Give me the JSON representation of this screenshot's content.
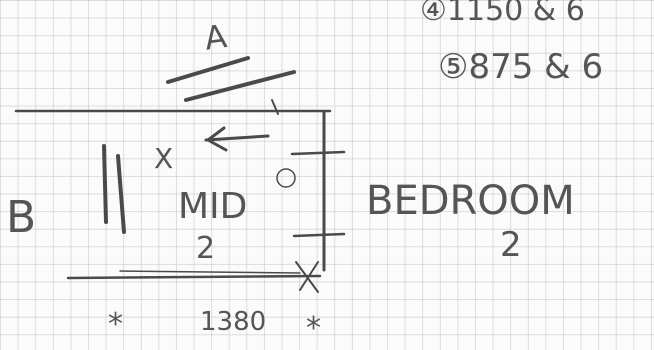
{
  "notes": {
    "line_4": "④1150 & 6",
    "line_5": "⑤875 & 6"
  },
  "labels": {
    "top_wall": "A",
    "left_wall": "B",
    "room_name": "MID",
    "room_number": "2",
    "neighbour_room": "BEDROOM",
    "neighbour_number": "2",
    "width_dimension": "1380",
    "corner_mark_left": "*",
    "corner_mark_right": "*",
    "top_x_mark": "X"
  },
  "colors": {
    "ink": "#4a4a4a",
    "pencil": "#777777",
    "grid": "#c9c9d4"
  }
}
